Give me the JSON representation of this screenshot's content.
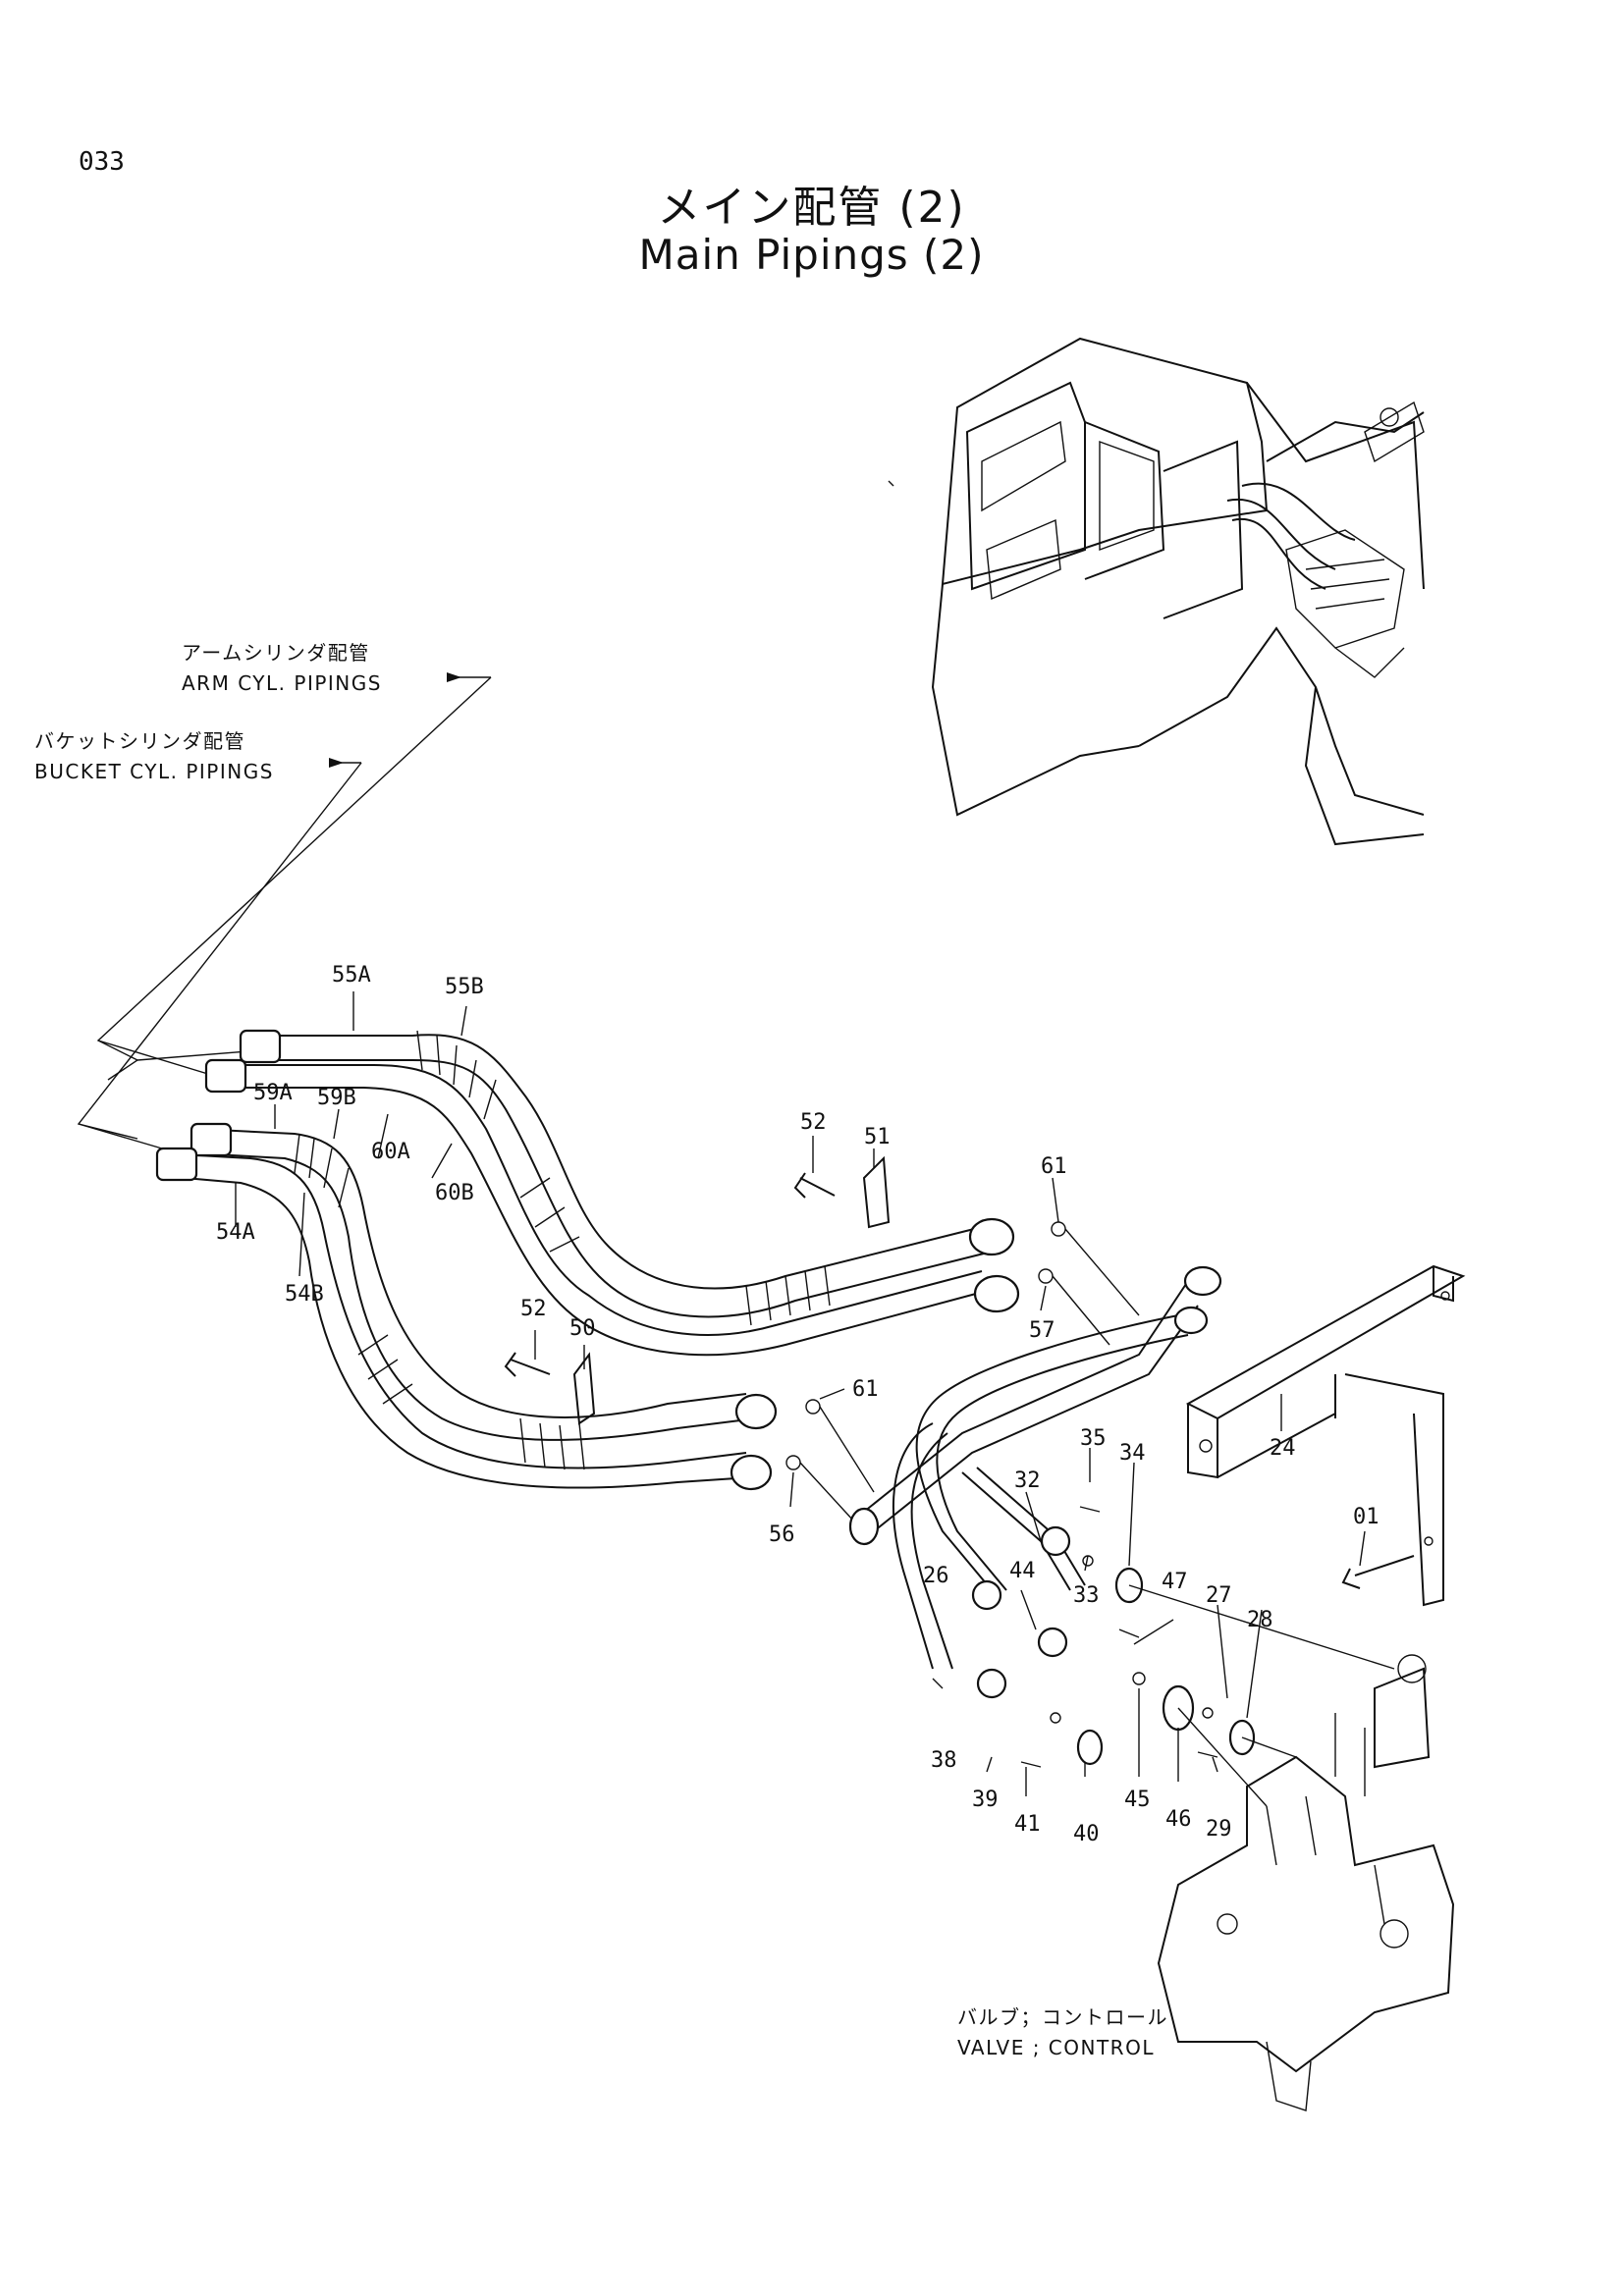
{
  "page_number": "033",
  "title_jp": "メイン配管 (2)",
  "title_en": "Main Pipings (2)",
  "callouts": {
    "arm_jp": "アームシリンダ配管",
    "arm_en": "ARM CYL. PIPINGS",
    "bucket_jp": "バケットシリンダ配管",
    "bucket_en": "BUCKET CYL. PIPINGS",
    "valve_jp": "バルブ；コントロール",
    "valve_en": "VALVE ; CONTROL"
  },
  "part_numbers": [
    "55A",
    "55B",
    "59A",
    "59B",
    "60A",
    "60B",
    "54A",
    "54B",
    "52",
    "51",
    "61",
    "57",
    "52",
    "50",
    "61",
    "56",
    "24",
    "01",
    "35",
    "34",
    "32",
    "33",
    "44",
    "47",
    "27",
    "28",
    "26",
    "38",
    "39",
    "41",
    "40",
    "45",
    "46",
    "29"
  ]
}
